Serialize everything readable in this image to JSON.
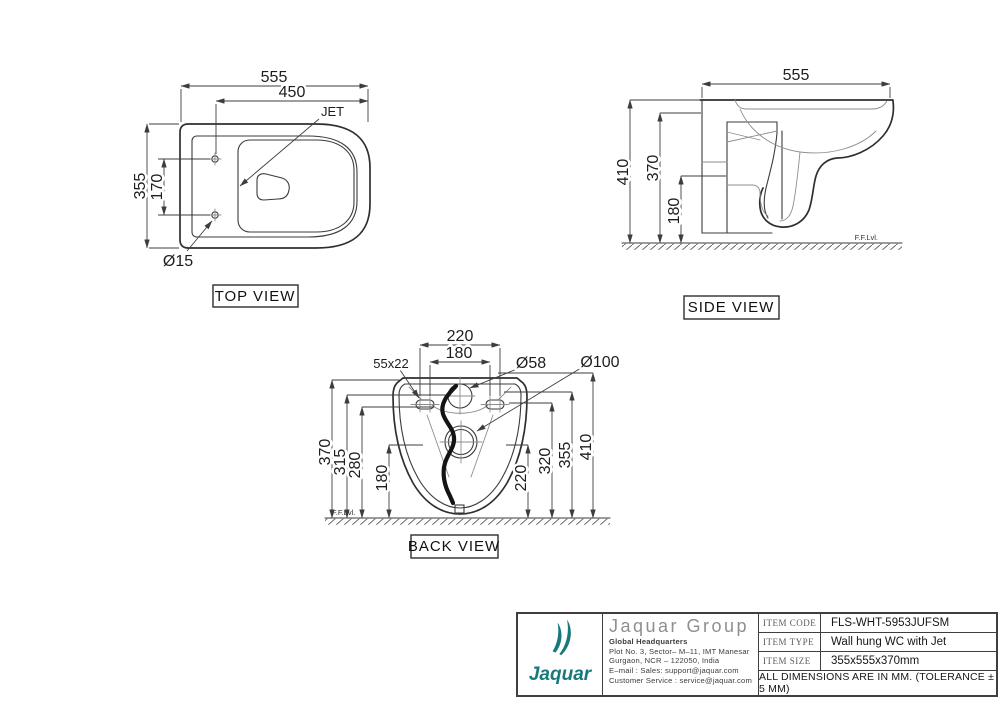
{
  "drawing": {
    "floor_label": "F.F.Lvl."
  },
  "views": {
    "top": {
      "label": "TOP VIEW",
      "dims": {
        "overall_width": "555",
        "seat_width": "450",
        "overall_depth": "355",
        "hole_spacing": "170",
        "hole_dia": "Ø15",
        "jet_label": "JET"
      }
    },
    "side": {
      "label": "SIDE VIEW",
      "dims": {
        "overall_depth": "555",
        "overall_height": "410",
        "rim_height": "370",
        "trap_height": "180"
      }
    },
    "back": {
      "label": "BACK VIEW",
      "dims": {
        "bolt_span": "220",
        "bolt_span_inner": "180",
        "slot_size": "55x22",
        "inlet_dia": "Ø58",
        "outlet_dia": "Ø100",
        "h370": "370",
        "h315": "315",
        "h280": "280",
        "h180": "180",
        "h220": "220",
        "h320": "320",
        "h355": "355",
        "h410": "410"
      }
    }
  },
  "title_block": {
    "brand": {
      "wordmark": "Jaquar",
      "company": "Jaquar Group"
    },
    "address": [
      "Global  Headquarters",
      "Plot  No.  3,  Sector–  M–11,  IMT  Manesar",
      "Gurgaon,  NCR  –  122050,  India",
      "E–mail :  Sales:  support@jaquar.com",
      "Customer  Service :  service@jaquar.com"
    ],
    "fields": [
      {
        "label": "ITEM CODE",
        "value": "FLS-WHT-5953JUFSM"
      },
      {
        "label": "ITEM TYPE",
        "value": "Wall hung WC with Jet"
      },
      {
        "label": "ITEM SIZE",
        "value": "355x555x370mm"
      }
    ],
    "note": "ALL DIMENSIONS ARE IN MM. (TOLERANCE ± 5 MM)"
  },
  "colors": {
    "accent": "#17797b",
    "line": "#3b3b3b"
  }
}
